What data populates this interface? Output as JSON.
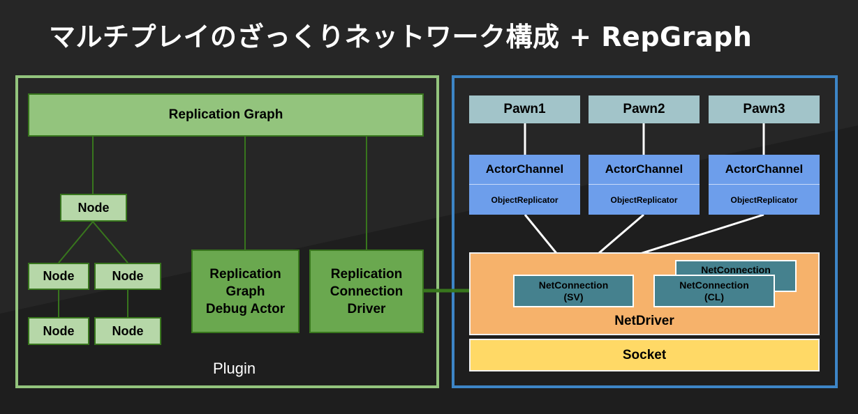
{
  "title": "マルチプレイのざっくりネットワーク構成 + RepGraph",
  "plugin": {
    "label": "Plugin",
    "replication_graph": "Replication Graph",
    "nodes": [
      "Node",
      "Node",
      "Node",
      "Node",
      "Node"
    ],
    "debug_actor": "Replication\nGraph\nDebug Actor",
    "connection_driver": "Replication\nConnection\nDriver"
  },
  "engine": {
    "pawns": [
      "Pawn1",
      "Pawn2",
      "Pawn3"
    ],
    "actor_channel": "ActorChannel",
    "object_replicator": "ObjectReplicator",
    "net_driver": "NetDriver",
    "net_connection_sv": "NetConnection\n(SV)",
    "net_connection_cl": "NetConnection\n(CL)",
    "net_connection_back": "NetConnection",
    "socket": "Socket"
  },
  "colors": {
    "background": "#262626",
    "plugin_frame": "#93c47d",
    "engine_frame": "#3d85c6",
    "net_driver": "#f6b26b",
    "socket": "#ffd966",
    "net_connection": "#45818e",
    "actor_channel": "#6d9eeb",
    "pawn": "#a2c4c9"
  }
}
